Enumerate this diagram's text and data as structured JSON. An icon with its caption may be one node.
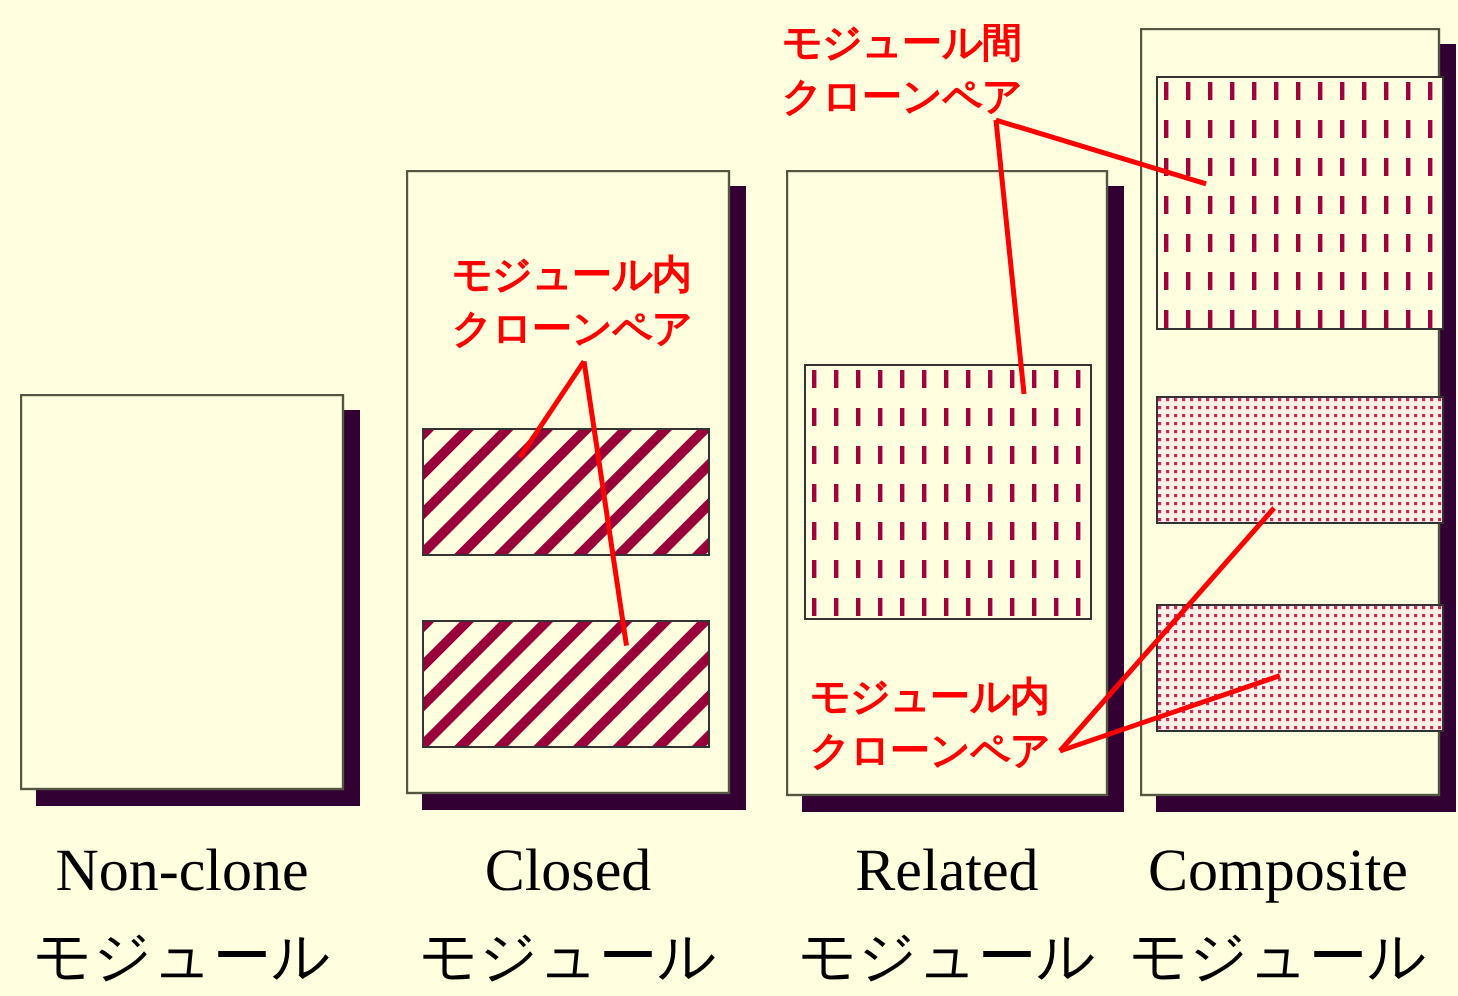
{
  "diagram": {
    "nodes": [
      {
        "text": [],
        "shape": "box",
        "beside": [
          "Non-clone",
          "モジュール"
        ]
      },
      {
        "text": [],
        "shape": "box",
        "beside": [
          "Closed",
          "モジュール"
        ]
      },
      {
        "text": [
          "モジュール内クローンペア"
        ],
        "in": 1
      },
      {
        "text": [],
        "shape": "box",
        "in": 1
      },
      {
        "text": [],
        "shape": "box",
        "in": 1
      },
      {
        "text": [],
        "shape": "box",
        "beside": [
          "Related",
          "モジュール"
        ]
      },
      {
        "text": [
          "モジュール間クローンペア"
        ]
      },
      {
        "text": [],
        "shape": "box",
        "in": 5
      },
      {
        "text": [
          "モジュール内クローンペア"
        ],
        "in": 5
      },
      {
        "text": [],
        "shape": "box",
        "beside": [
          "Composite",
          "モジュール"
        ]
      },
      {
        "text": [],
        "shape": "box",
        "in": 9
      },
      {
        "text": [],
        "shape": "box",
        "in": 9
      },
      {
        "text": [],
        "shape": "box",
        "in": 9
      }
    ],
    "edges": [
      {
        "from": 2,
        "to": 3,
        "arrow": "none"
      },
      {
        "from": 2,
        "to": 4,
        "arrow": "none"
      },
      {
        "from": 6,
        "to": 7,
        "arrow": "none"
      },
      {
        "from": 6,
        "to": 10,
        "arrow": "none"
      },
      {
        "from": 8,
        "to": 11,
        "arrow": "none"
      },
      {
        "from": 8,
        "to": 12,
        "arrow": "none"
      }
    ]
  }
}
